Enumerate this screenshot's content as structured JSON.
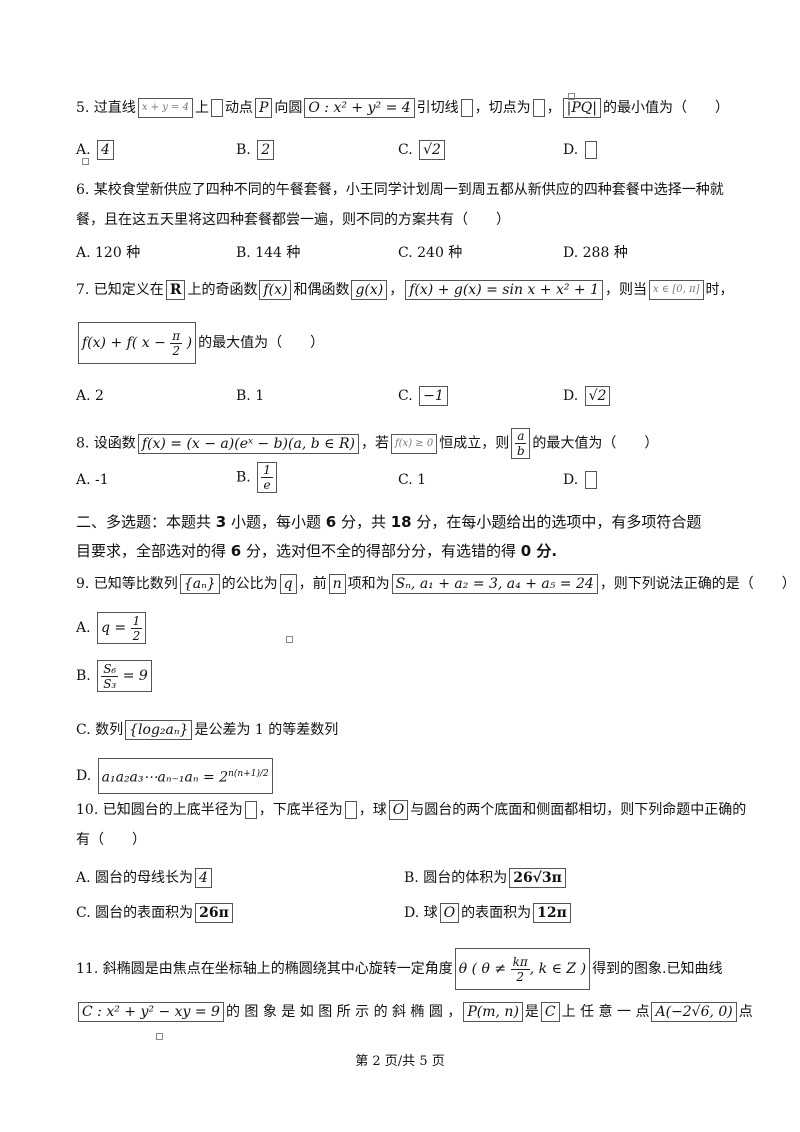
{
  "q5": {
    "stem_a": "5. 过直线",
    "line_eq": "x + y = 4",
    "stem_b": "上",
    "stem_c": "动点",
    "point_p": "P",
    "stem_d": "向圆",
    "circle_eq": "O : x² + y² = 4",
    "stem_e": "引切线",
    "stem_f": "，切点为",
    "stem_g": "，",
    "expr": "|PQ|",
    "stem_h": "的最小值为（　　）",
    "options": [
      {
        "label": "A.",
        "value": "4"
      },
      {
        "label": "B.",
        "value": "2"
      },
      {
        "label": "C.",
        "value": "√2"
      },
      {
        "label": "D.",
        "value": ""
      }
    ]
  },
  "q6": {
    "line1": "6. 某校食堂新供应了四种不同的午餐套餐，小王同学计划周一到周五都从新供应的四种套餐中选择一种就",
    "line2": "餐，且在这五天里将这四种套餐都尝一遍，则不同的方案共有（　　）",
    "options": [
      {
        "label": "A.",
        "value": "120 种"
      },
      {
        "label": "B.",
        "value": "144 种"
      },
      {
        "label": "C.",
        "value": "240 种"
      },
      {
        "label": "D.",
        "value": "288 种"
      }
    ]
  },
  "q7": {
    "stem_a": "7. 已知定义在",
    "set_r": "R",
    "stem_b": "上的奇函数",
    "fx": "f(x)",
    "stem_c": "和偶函数",
    "gx": "g(x)",
    "stem_d": "，",
    "eq": "f(x) + g(x) = sin x + x² + 1",
    "stem_e": "，则当",
    "domain": "x ∈ [0, π]",
    "stem_f": "时，",
    "expr_a": "f(x) + f",
    "expr_paren_l": "x −",
    "frac_num": "π",
    "frac_den": "2",
    "stem_g": "的最大值为（　　）",
    "options": [
      {
        "label": "A.",
        "value": "2"
      },
      {
        "label": "B.",
        "value": "1"
      },
      {
        "label": "C.",
        "value": "−1"
      },
      {
        "label": "D.",
        "value": "√2"
      }
    ]
  },
  "q8": {
    "stem_a": "8. 设函数",
    "func": "f(x) = (x − a)(eˣ − b)(a, b ∈ R)",
    "stem_b": "，若",
    "cond": "f(x) ≥ 0",
    "stem_c": "恒成立，则",
    "frac_num": "a",
    "frac_den": "b",
    "stem_d": "的最大值为（　　）",
    "options": [
      {
        "label": "A.",
        "value": "-1"
      },
      {
        "label": "B.",
        "value": "",
        "frac_num": "1",
        "frac_den": "e"
      },
      {
        "label": "C.",
        "value": "1"
      },
      {
        "label": "D.",
        "value": ""
      }
    ]
  },
  "section2": {
    "line1_a": "二、多选题：本题共 ",
    "n1": "3",
    "line1_b": " 小题，每小题 ",
    "n2": "6",
    "line1_c": " 分，共 ",
    "n3": "18",
    "line1_d": " 分，在每小题给出的选项中，有多项符合题",
    "line2_a": "目要求，全部选对的得 ",
    "n4": "6",
    "line2_b": " 分，选对但不全的得部分分，有选错的得 ",
    "n5": "0",
    "line2_c": " 分."
  },
  "q9": {
    "stem_a": "9. 已知等比数列",
    "seq": "{aₙ}",
    "stem_b": "的公比为",
    "q": "q",
    "stem_c": "，前",
    "n": "n",
    "stem_d": "项和为",
    "cond": "Sₙ, a₁ + a₂ = 3, a₄ + a₅ = 24",
    "stem_e": "，则下列说法正确的是（　　）",
    "optA_label": "A.",
    "optA": "q = 1/2",
    "optA_lhs": "q =",
    "optA_num": "1",
    "optA_den": "2",
    "optB_label": "B.",
    "optB_num": "S₆",
    "optB_den": "S₃",
    "optB_rhs": "= 9",
    "optC_label": "C. 数列",
    "optC_expr": "{log₂aₙ}",
    "optC_text": "是公差为 1 的等差数列",
    "optD_label": "D.",
    "optD_expr": "a₁a₂a₃⋯aₙ₋₁aₙ = 2",
    "optD_exp": "n(n+1)/2"
  },
  "q10": {
    "stem_a": "10. 已知圆台的上底半径为",
    "stem_b": "，下底半径为",
    "stem_c": "，球",
    "o": "O",
    "stem_d": "与圆台的两个底面和侧面都相切，则下列命题中正确的",
    "line2": "有（　　）",
    "optA_text": "A. 圆台的母线长为",
    "optA_val": "4",
    "optB_text": "B. 圆台的体积为",
    "optB_val": "26√3π",
    "optC_text": "C. 圆台的表面积为",
    "optC_val": "26π",
    "optD_text": "D. 球",
    "optD_o": "O",
    "optD_text2": "的表面积为",
    "optD_val": "12π"
  },
  "q11": {
    "stem_a": "11. 斜椭圆是由焦点在坐标轴上的椭圆绕其中心旋转一定角度",
    "theta": "θ",
    "theta_cond_a": "θ ≠",
    "theta_num": "kπ",
    "theta_den": "2",
    "theta_cond_b": ", k ∈ Z",
    "stem_b": "得到的图象.已知曲线",
    "curve": "C : x² + y² − xy = 9",
    "line2_a": "的 图 象 是 如 图 所 示 的 斜 椭 圆 ，",
    "point": "P(m, n)",
    "line2_b": "是",
    "c": "C",
    "line2_c": "上 任 意 一 点",
    "point_a": "A(−2√6, 0)",
    "line2_d": "点"
  },
  "footer": "第 2 页/共 5 页"
}
